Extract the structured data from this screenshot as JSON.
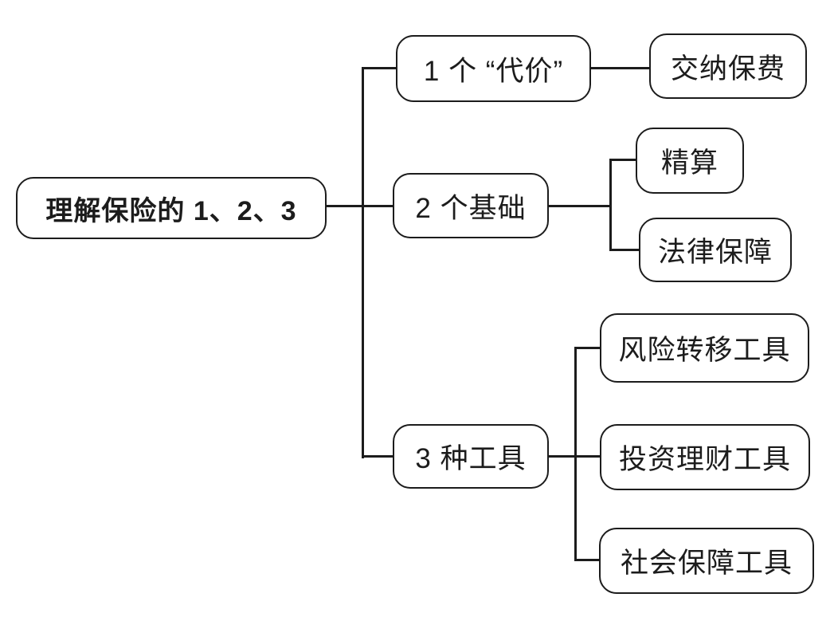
{
  "diagram": {
    "title": "理解保险的 1、2、3",
    "colors": {
      "stroke": "#1c1c1c",
      "background": "#ffffff",
      "box_fill": "#ffffff"
    },
    "root": {
      "label": "理解保险的 1、2、3"
    },
    "branches": [
      {
        "label": "1 个 “代价”",
        "children": [
          {
            "label": "交纳保费"
          }
        ]
      },
      {
        "label": "2 个基础",
        "children": [
          {
            "label": "精算"
          },
          {
            "label": "法律保障"
          }
        ]
      },
      {
        "label": "3 种工具",
        "children": [
          {
            "label": "风险转移工具"
          },
          {
            "label": "投资理财工具"
          },
          {
            "label": "社会保障工具"
          }
        ]
      }
    ]
  }
}
